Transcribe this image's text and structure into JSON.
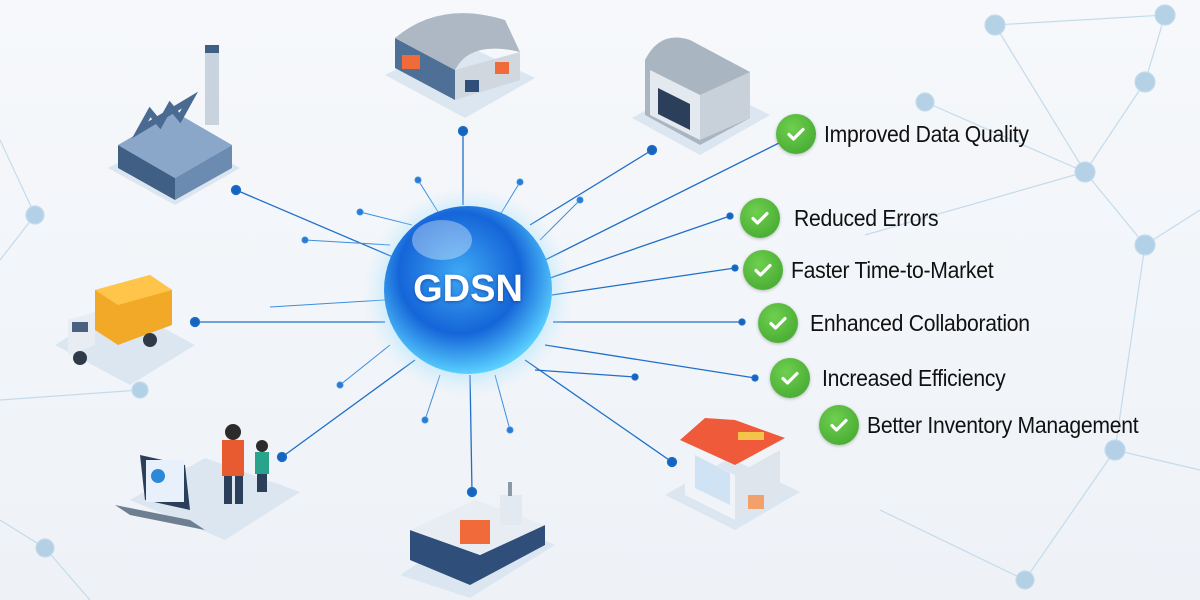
{
  "hub": {
    "label": "GDSN"
  },
  "nodes": [
    {
      "name": "factory"
    },
    {
      "name": "distribution-warehouse"
    },
    {
      "name": "storage-hangar"
    },
    {
      "name": "delivery-truck"
    },
    {
      "name": "people-with-laptop"
    },
    {
      "name": "cargo-ship"
    },
    {
      "name": "retail-store"
    }
  ],
  "benefits": [
    {
      "label": "Improved Data Quality"
    },
    {
      "label": "Reduced Errors"
    },
    {
      "label": "Faster Time-to-Market"
    },
    {
      "label": "Enhanced Collaboration"
    },
    {
      "label": "Increased Efficiency"
    },
    {
      "label": "Better Inventory Management"
    }
  ],
  "colors": {
    "accent": "#1e88e5",
    "check": "#43a830",
    "line": "#1565c0",
    "network": "#a9cbe3"
  }
}
